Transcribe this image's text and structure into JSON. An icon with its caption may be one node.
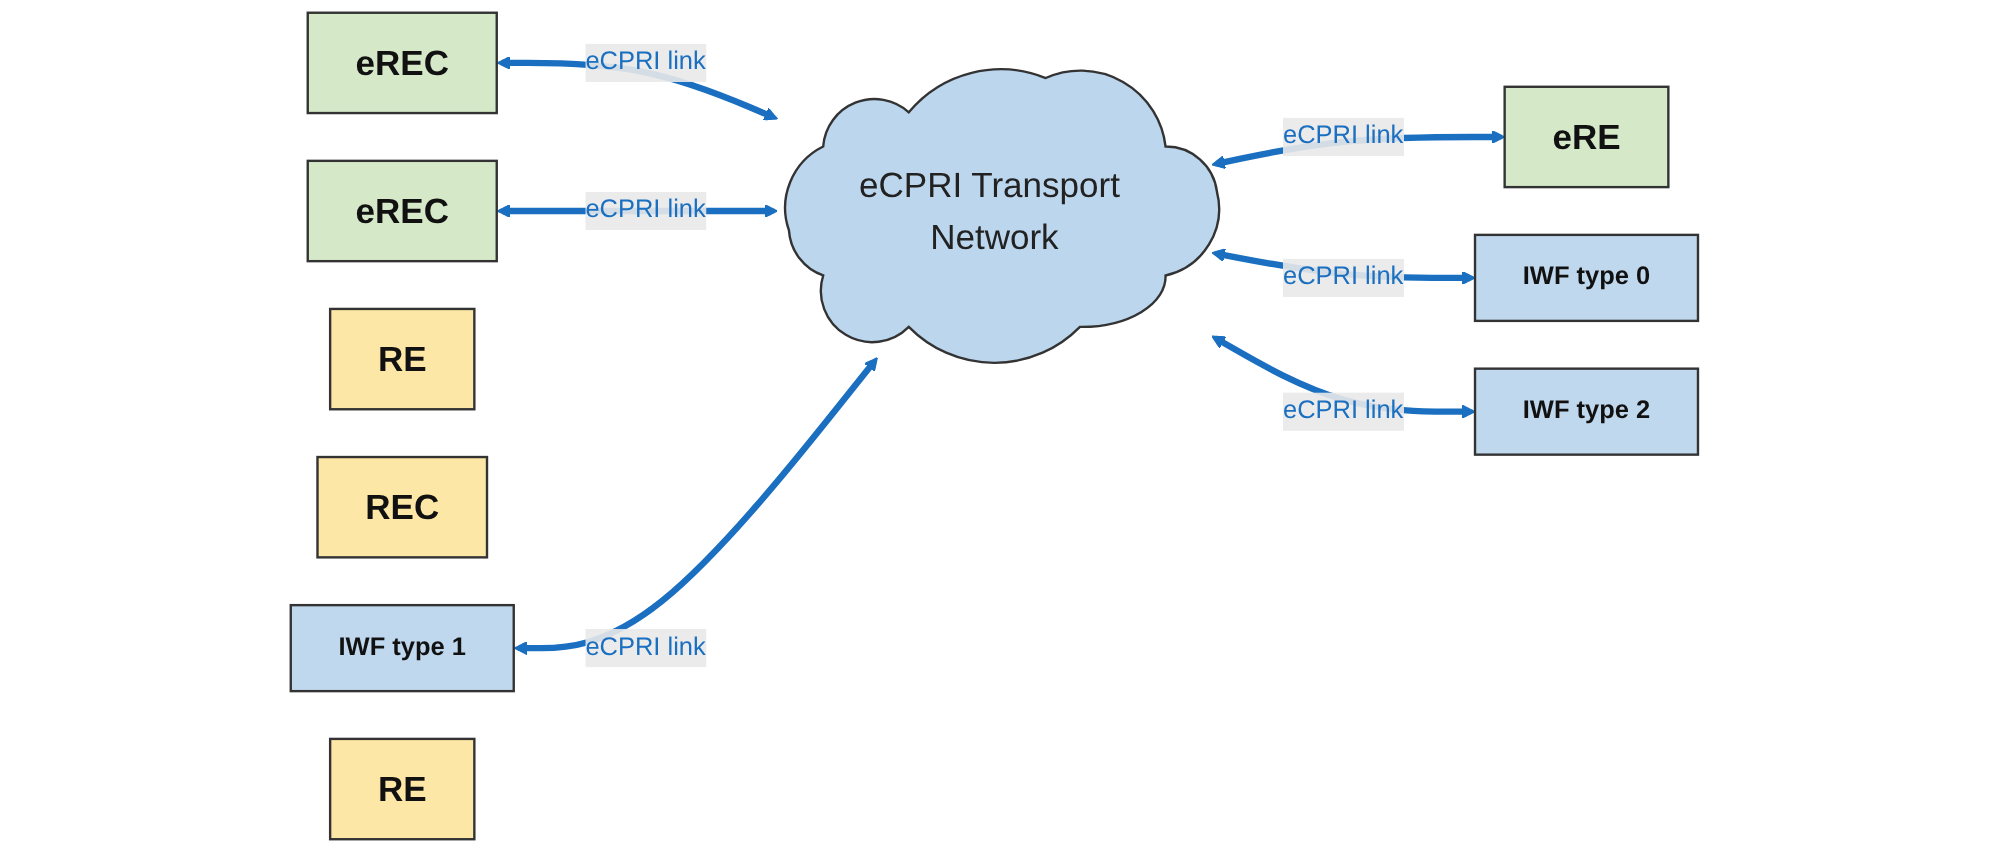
{
  "diagram": {
    "nodes": [
      {
        "text": [
          "eREC"
        ]
      },
      {
        "text": [
          "eCPRI Transport Network"
        ]
      },
      {
        "text": [
          "eRE"
        ]
      },
      {
        "text": [
          "eREC"
        ]
      },
      {
        "text": [
          "IWF type 0"
        ]
      },
      {
        "text": [
          "RE"
        ]
      },
      {
        "text": [
          "REC"
        ]
      },
      {
        "text": [
          "IWF type 1"
        ]
      },
      {
        "text": [
          "IWF type 2"
        ]
      },
      {
        "text": [
          "RE"
        ]
      }
    ],
    "edges": [
      {
        "from": 0,
        "to": 1,
        "arrow": "both",
        "label": "eCPRI link"
      },
      {
        "from": 1,
        "to": 2,
        "arrow": "both",
        "label": "eCPRI link"
      },
      {
        "from": 3,
        "to": 1,
        "arrow": "both",
        "label": "eCPRI link"
      },
      {
        "from": 1,
        "to": 4,
        "arrow": "both",
        "label": "eCPRI link"
      },
      {
        "from": 7,
        "to": 1,
        "arrow": "both",
        "label": "eCPRI link"
      },
      {
        "from": 1,
        "to": 8,
        "arrow": "both",
        "label": "eCPRI link"
      }
    ]
  }
}
